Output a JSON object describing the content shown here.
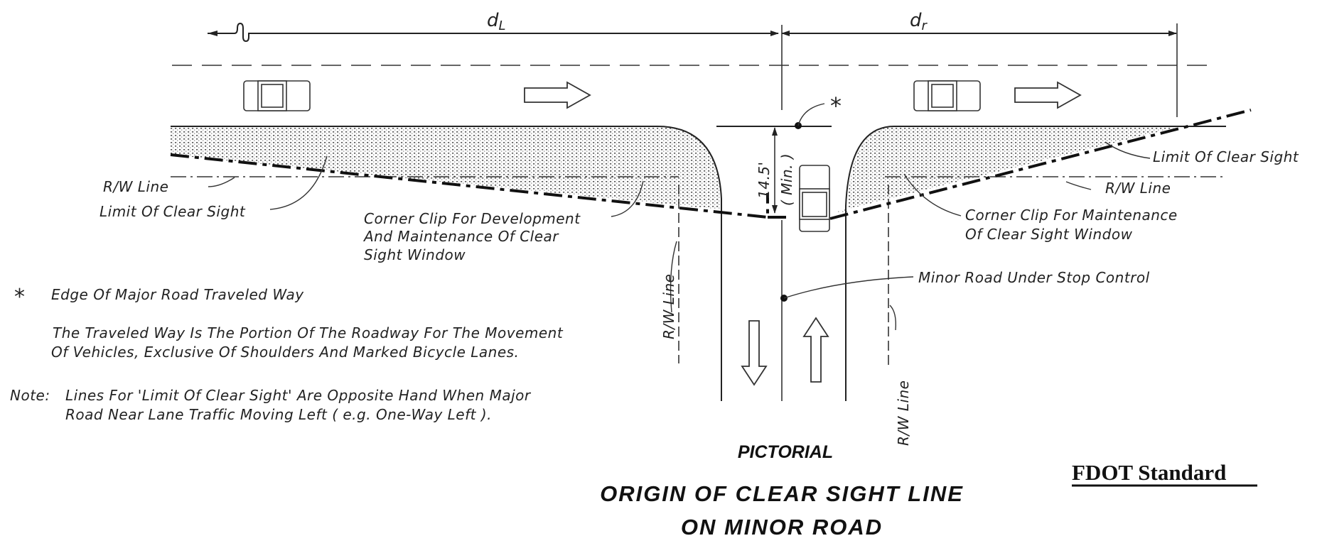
{
  "dimensions": {
    "left_label": "d",
    "left_subscript": "L",
    "right_label": "d",
    "right_subscript": "r",
    "setback": "14.5'",
    "setback_qualifier": "( Min. )"
  },
  "callouts": {
    "rw_line_left": "R/W  Line",
    "limit_clear_sight_left": "Limit Of Clear Sight",
    "corner_clip_dev": [
      "Corner Clip For Development",
      "And Maintenance Of Clear",
      "Sight Window"
    ],
    "rw_line_minor_left": "R/W  Line",
    "edge_marker": "*",
    "limit_clear_sight_right": "Limit Of Clear Sight",
    "rw_line_right": "R/W  Line",
    "corner_clip_maint": [
      "Corner Clip For Maintenance",
      "Of Clear Sight Window"
    ],
    "minor_road": "Minor Road Under Stop Control",
    "rw_line_minor_right": "R/W  Line"
  },
  "legend": {
    "symbol": "*",
    "symbol_text": "Edge Of Major Road Traveled Way",
    "definition": [
      "The Traveled Way Is The Portion Of The Roadway For The Movement",
      "Of Vehicles, Exclusive Of Shoulders And Marked Bicycle Lanes."
    ],
    "note_prefix": "Note:",
    "note": [
      "Lines For 'Limit Of Clear Sight' Are Opposite Hand When Major",
      "Road Near Lane Traffic Moving Left ( e.g. One-Way Left )."
    ]
  },
  "titles": {
    "pictorial": "PICTORIAL",
    "main_line1": "ORIGIN  OF  CLEAR  SIGHT  LINE",
    "main_line2": "ON  MINOR  ROAD",
    "source": "FDOT Standard"
  },
  "traffic": {
    "major_road_direction": "right",
    "minor_road_directions": [
      "down",
      "up"
    ]
  }
}
